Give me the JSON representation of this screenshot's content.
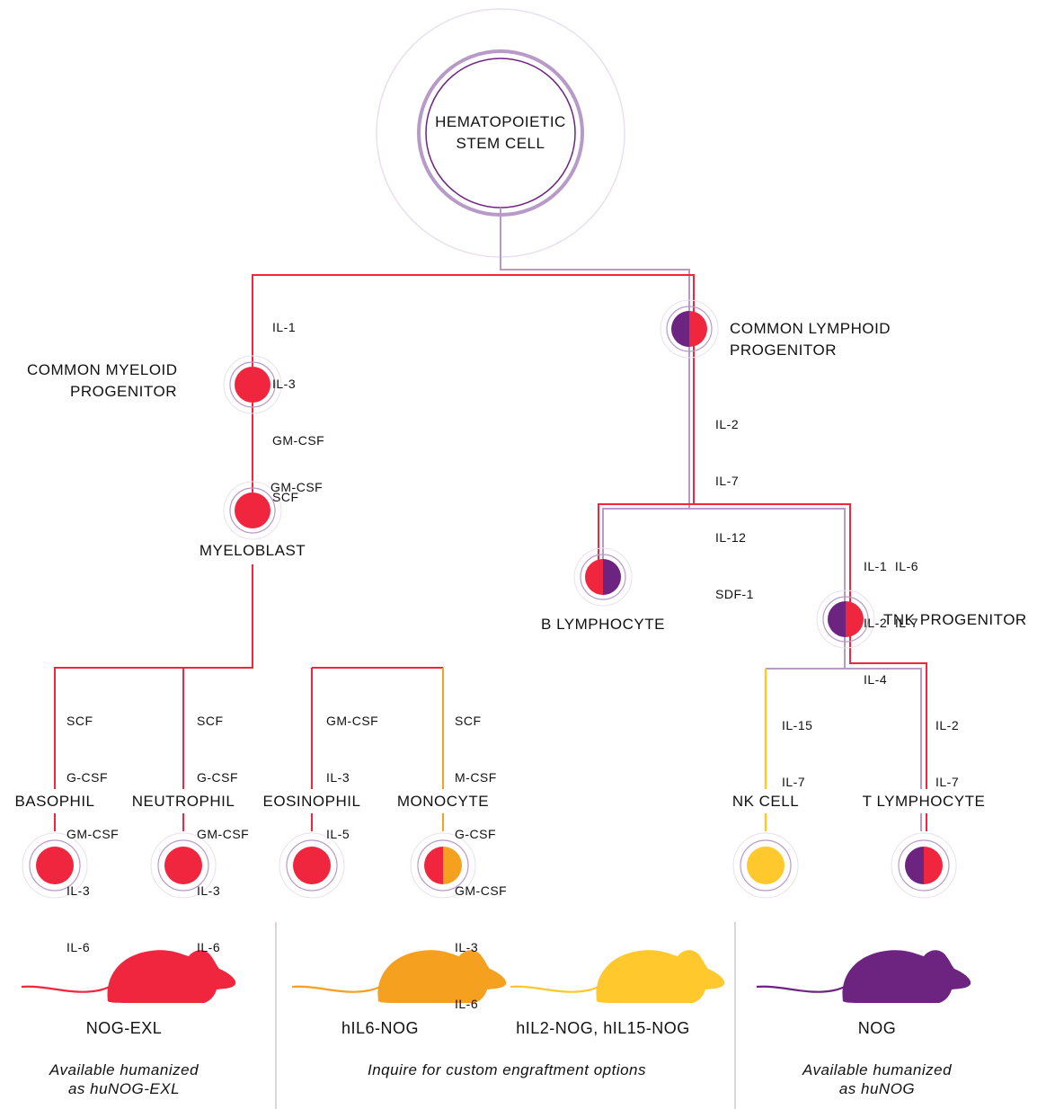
{
  "colors": {
    "red": "#f0253e",
    "purple": "#6d2380",
    "lavender": "#b79ac8",
    "orange": "#f5a01f",
    "yellow": "#ffc82c",
    "divider": "#c6b8cf"
  },
  "stem_cell": {
    "line1": "HEMATOPOIETIC",
    "line2": "STEM CELL"
  },
  "nodes": {
    "cmp": {
      "line1": "COMMON MYELOID",
      "line2": "PROGENITOR"
    },
    "clp": {
      "line1": "COMMON LYMPHOID",
      "line2": "PROGENITOR"
    },
    "myeloblast": "MYELOBLAST",
    "b_lymphocyte": "B LYMPHOCYTE",
    "tnk": "TNK PROGENITOR",
    "basophil": "BASOPHIL",
    "neutrophil": "NEUTROPHIL",
    "eosinophil": "EOSINOPHIL",
    "monocyte": "MONOCYTE",
    "nk_cell": "NK CELL",
    "t_lymphocyte": "T LYMPHOCYTE"
  },
  "cytokines": {
    "to_cmp": [
      "IL-1",
      "IL-3",
      "GM-CSF",
      "SCF"
    ],
    "to_myeloblast": [
      "GM-CSF"
    ],
    "from_clp": [
      "IL-2",
      "IL-7",
      "IL-12",
      "SDF-1"
    ],
    "to_tnk": [
      "IL-1  IL-6",
      "IL-2  IL-7",
      "IL-4"
    ],
    "basophil": [
      "SCF",
      "G-CSF",
      "GM-CSF",
      "IL-3",
      "IL-6"
    ],
    "neutrophil": [
      "SCF",
      "G-CSF",
      "GM-CSF",
      "IL-3",
      "IL-6"
    ],
    "eosinophil": [
      "GM-CSF",
      "IL-3",
      "IL-5"
    ],
    "monocyte": [
      "SCF",
      "M-CSF",
      "G-CSF",
      "GM-CSF",
      "IL-3",
      "IL-6"
    ],
    "nk_cell": [
      "IL-15",
      "IL-7"
    ],
    "t_lymphocyte": [
      "IL-2",
      "IL-7"
    ]
  },
  "strains": [
    {
      "name": "NOG-EXL",
      "color": "red",
      "note": "Available humanized\nas huNOG-EXL"
    },
    {
      "name": "hIL6-NOG",
      "color": "orange"
    },
    {
      "name": "hIL2-NOG, hIL15-NOG",
      "color": "yellow"
    },
    {
      "name": "NOG",
      "color": "purple",
      "note": "Available humanized\nas huNOG"
    }
  ],
  "middle_note": "Inquire for custom engraftment options",
  "icons": [
    "cell-circle-icon",
    "mouse-silhouette-icon"
  ]
}
